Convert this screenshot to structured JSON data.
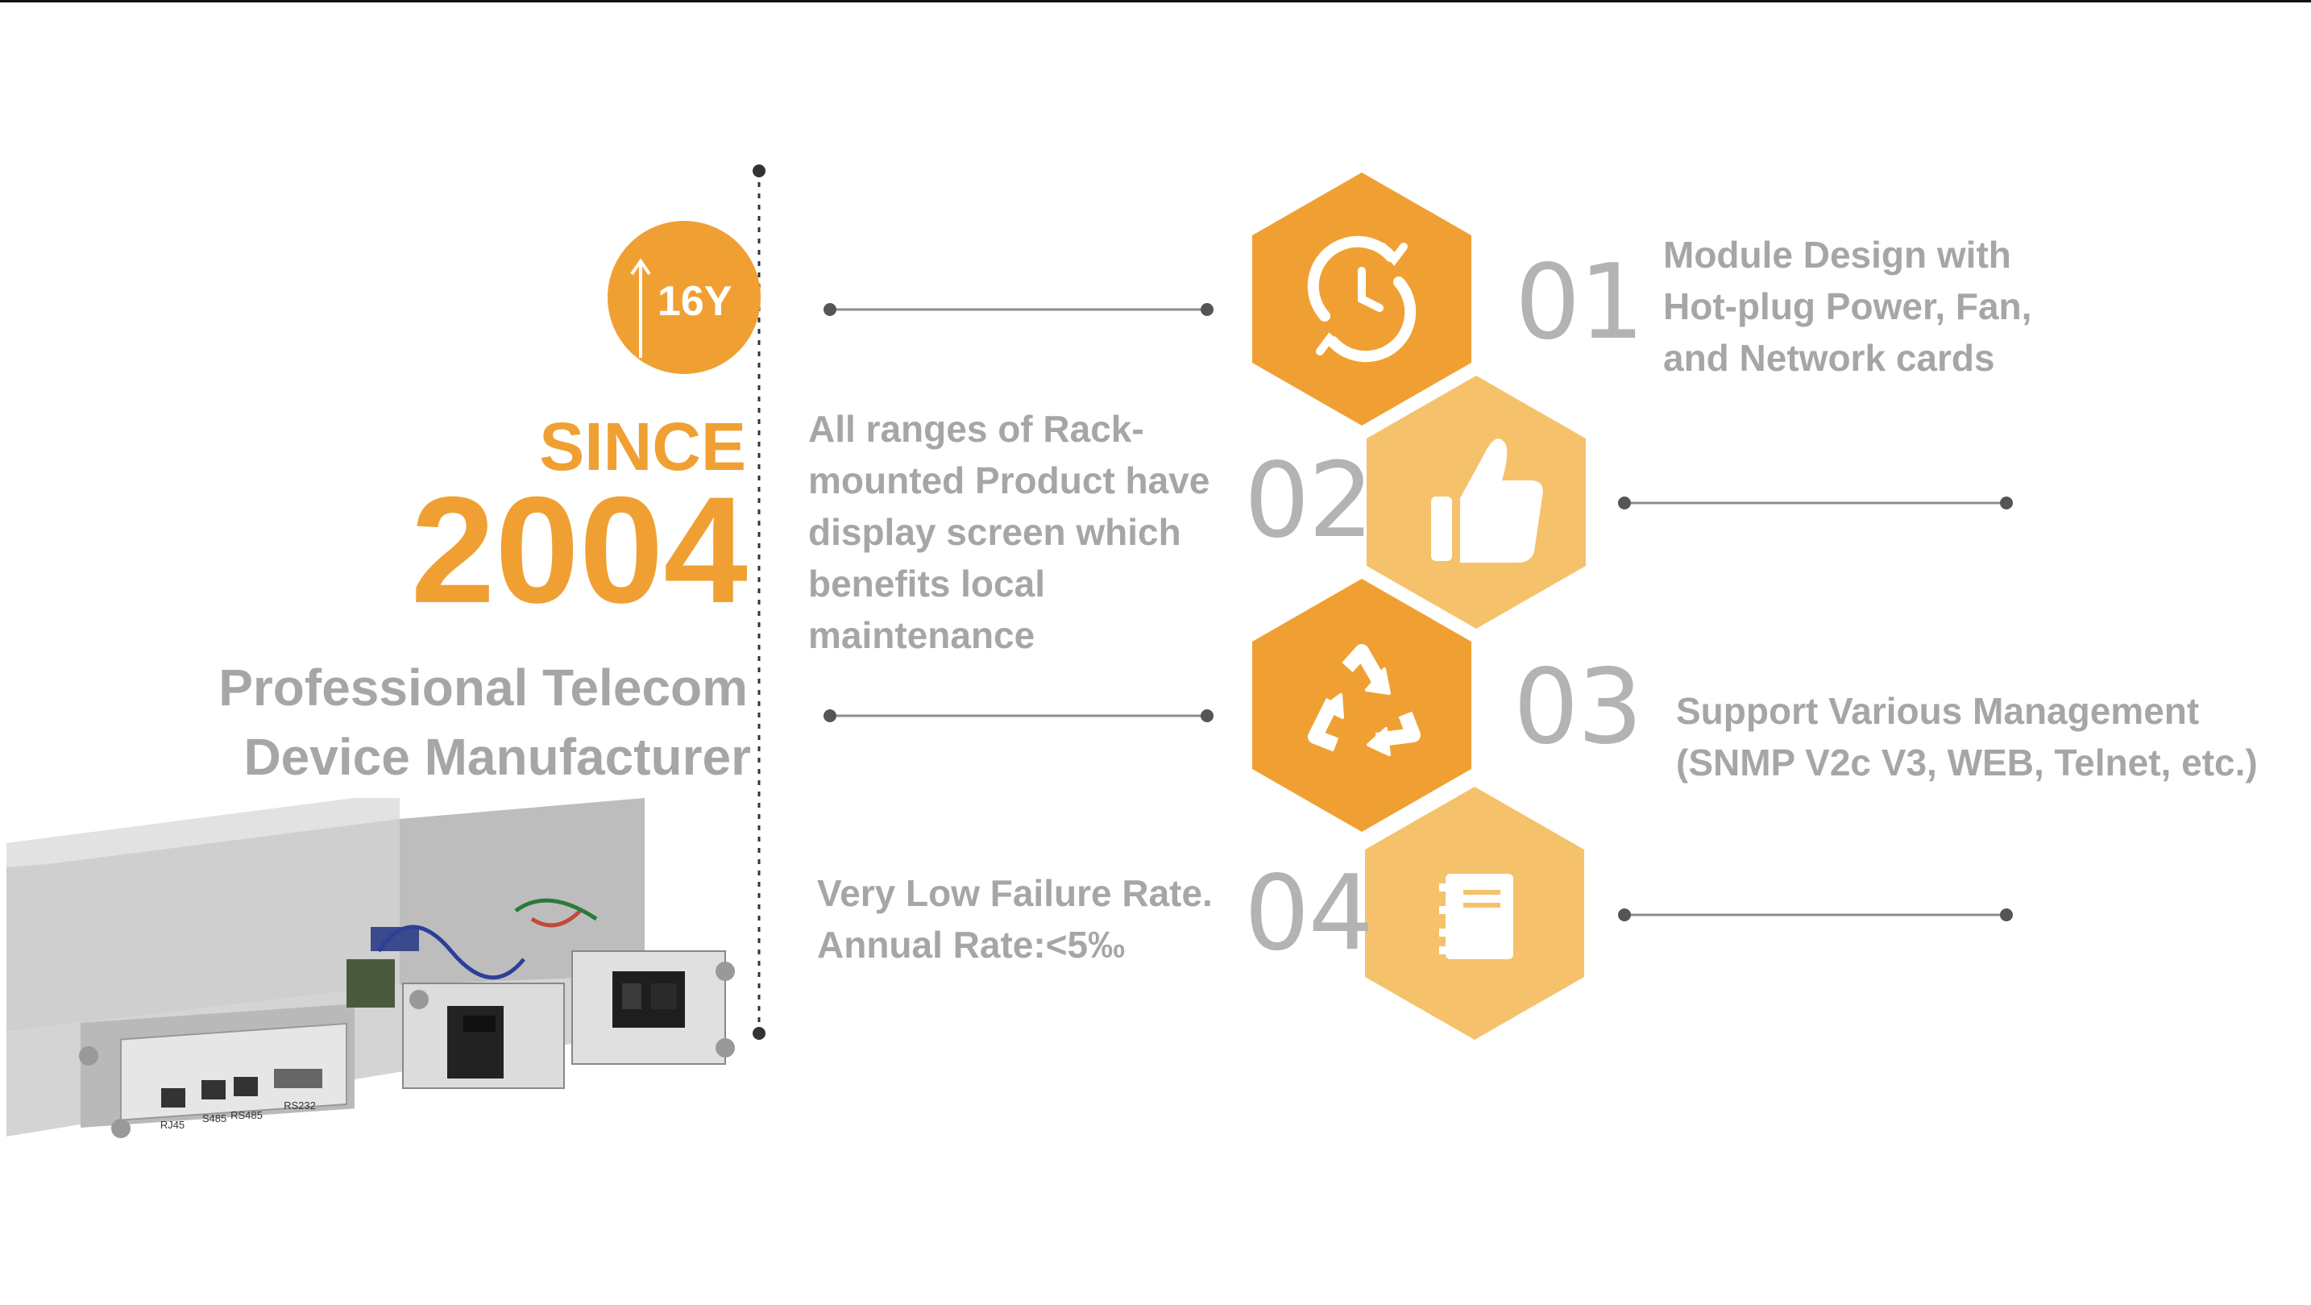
{
  "hero": {
    "badge_text": "16Y",
    "since_label": "SINCE",
    "year": "2004",
    "tagline": [
      "Professional Telecom",
      "Device Manufacturer"
    ]
  },
  "features": [
    {
      "number": "01",
      "icon": "refresh-clock-icon",
      "lines": [
        "Module Design with",
        "Hot-plug Power, Fan,",
        "and Network cards"
      ]
    },
    {
      "number": "02",
      "icon": "thumbs-up-icon",
      "lines": [
        "All ranges of Rack-",
        "mounted Product have",
        "display screen which",
        "benefits local",
        "maintenance"
      ]
    },
    {
      "number": "03",
      "icon": "recycle-icon",
      "lines": [
        "Support Various Management",
        "(SNMP V2c V3, WEB, Telnet, etc.)"
      ]
    },
    {
      "number": "04",
      "icon": "notebook-icon",
      "lines": [
        "Very Low Failure Rate.",
        "Annual Rate:<5‰"
      ]
    }
  ],
  "device_ports": [
    "RJ45",
    "S485",
    "RS485",
    "RS232"
  ],
  "colors": {
    "orange": "#f0a033",
    "light_orange": "#f5c26b",
    "grey_text": "#a6a6a6",
    "number_grey": "#b3b3b3",
    "line_grey": "#8c8c8c"
  }
}
